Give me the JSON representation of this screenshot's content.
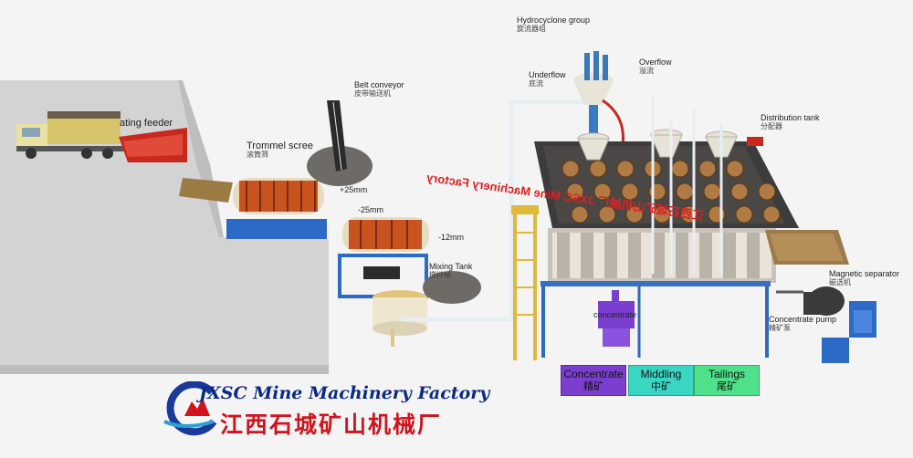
{
  "labels": {
    "feeder": "ating feeder",
    "trommel": "Trommel scree",
    "trommel_cn": "滚筒筛",
    "belt": "Belt conveyor",
    "belt_cn": "皮带输送机",
    "gt25": "+25mm",
    "lt25": "-25mm",
    "mm12": "-12mm",
    "mixing": "Mixing Tank",
    "mixing_cn": "搅拌桶",
    "hydro": "Hydrocyclone group",
    "hydro_cn": "旋流器组",
    "underflow": "Underflow",
    "underflow_cn": "底流",
    "overflow": "Overflow",
    "overflow_cn": "溢流",
    "distribution": "Distribution tank",
    "distribution_cn": "分配器",
    "concentrate": "concentrate",
    "magnetic": "Magnetic separator",
    "magnetic_cn": "磁选机",
    "conc_pump": "Concentrate pump",
    "conc_pump_cn": "精矿泵",
    "factory_mirror": "JXSC Mine Machinery Factory",
    "factory_mirror_cn": "江西石城矿山机械厂"
  },
  "legend": [
    {
      "en": "Concentrate",
      "cn": "精矿",
      "color": "#7b3fd0"
    },
    {
      "en": "Middling",
      "cn": "中矿",
      "color": "#38d6c3"
    },
    {
      "en": "Tailings",
      "cn": "尾矿",
      "color": "#4fe08a"
    }
  ],
  "brand": {
    "en": "JXSC Mine Machinery Factory",
    "cn": "江西石城矿山机械厂",
    "en_color": "#0a2a8a",
    "cn_color": "#d2131d"
  }
}
